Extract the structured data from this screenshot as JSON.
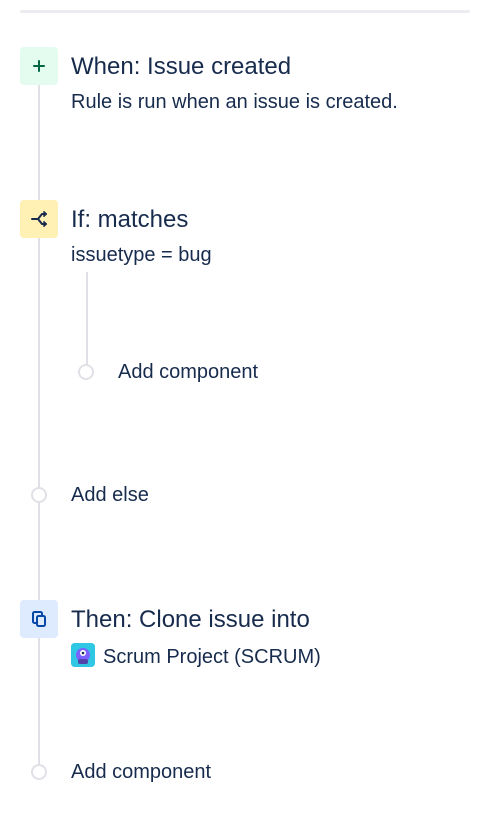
{
  "rule": {
    "trigger": {
      "icon": "plus-icon",
      "title": "When: Issue created",
      "description": "Rule is run when an issue is created."
    },
    "condition": {
      "icon": "branch-icon",
      "title": "If: matches",
      "description": "issuetype = bug",
      "add_component_label": "Add component"
    },
    "add_else_label": "Add else",
    "action": {
      "icon": "clone-icon",
      "title": "Then: Clone issue into",
      "project_icon": "project-avatar-icon",
      "project_label": "Scrum Project (SCRUM)"
    },
    "add_component_label": "Add component"
  },
  "colors": {
    "text": "#172b4d",
    "trigger_bg": "#e3fcef",
    "trigger_fg": "#006644",
    "condition_bg": "#fff0b3",
    "action_bg": "#deebff",
    "action_fg": "#0747a6",
    "rail": "#dfe1e6"
  }
}
